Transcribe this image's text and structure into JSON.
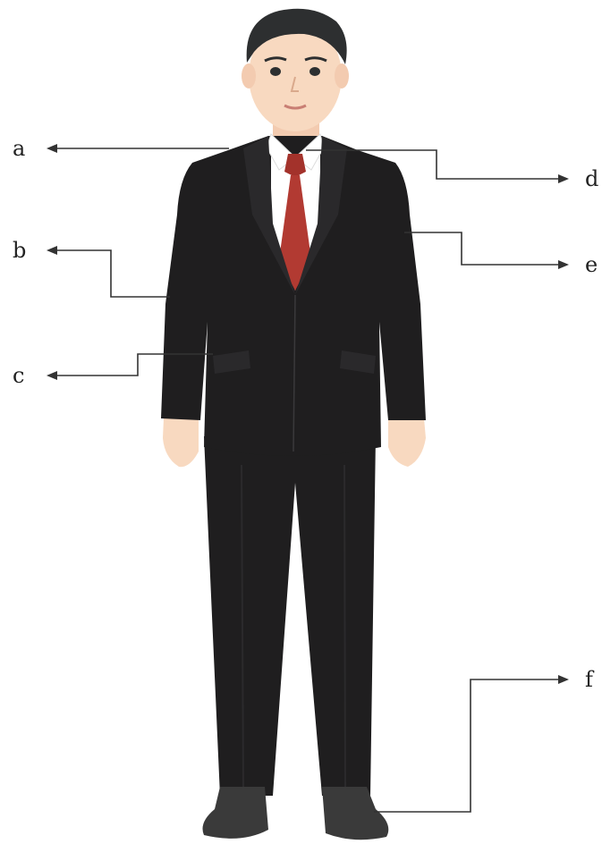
{
  "labels": {
    "a": "a",
    "b": "b",
    "c": "c",
    "d": "d",
    "e": "e",
    "f": "f"
  },
  "parts": [
    "collar",
    "sleeve",
    "pocket",
    "tie",
    "shoulder",
    "shoe"
  ],
  "colors": {
    "suit": "#1f1e1f",
    "suit_highlight": "#2e2d2f",
    "tie": "#b23a32",
    "shirt": "#ffffff",
    "skin": "#f8d9c0",
    "hair": "#2d2f30",
    "shoe": "#3a3a3a",
    "arrow": "#333333"
  }
}
